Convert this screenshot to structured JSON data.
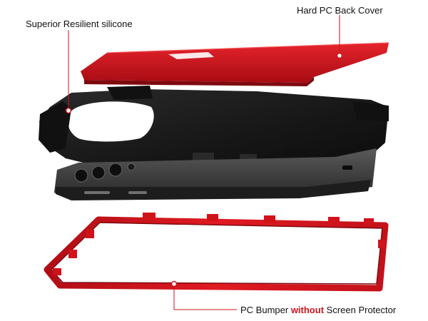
{
  "labels": {
    "back_cover": "Hard PC Back Cover",
    "silicone": "Superior Resilient silicone",
    "bumper_prefix": "PC Bumper ",
    "bumper_emphasis": "without",
    "bumper_suffix": " Screen Protector"
  },
  "colors": {
    "accent_red": "#d0121b",
    "silicone_black": "#1b1b1b",
    "phone_gray": "#3a3a3a",
    "leader_line": "#d0121b"
  }
}
